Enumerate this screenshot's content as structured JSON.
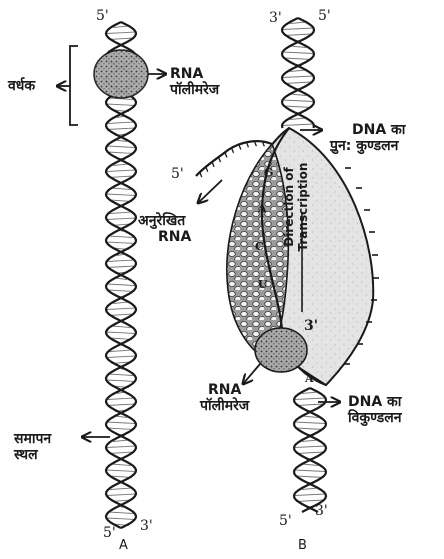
{
  "panels": {
    "A": {
      "caption": "A",
      "top_end_5": "5'",
      "bottom_end_5": "5'",
      "bottom_end_3": "3'",
      "labels": {
        "enhancer": "वर्धक",
        "rna_polymerase": [
          "RNA",
          "पॉलीमरेज"
        ],
        "termination_site": [
          "समापन",
          "स्थल"
        ]
      }
    },
    "B": {
      "caption": "B",
      "top_end_3": "3'",
      "top_end_5": "5'",
      "bottom_end_5": "5'",
      "bottom_end_3": "3'",
      "transcript_end_5": "5'",
      "bubble_end_3": "3'",
      "labels": {
        "dna_rewinding": [
          "DNA का",
          "पुन: कुण्डलन"
        ],
        "transcribed_rna": [
          "अनुरेखित",
          "RNA"
        ],
        "rna_polymerase": [
          "RNA",
          "पॉलीमरेज"
        ],
        "dna_unwinding": [
          "DNA का",
          "विकुण्डलन"
        ],
        "direction_text": [
          "Direction of",
          "Transcription"
        ],
        "bubble_bases": [
          "G",
          "A",
          "C",
          "U",
          "A"
        ]
      }
    }
  },
  "colors": {
    "ink": "#1a1a1a",
    "strand_fill": "#e8e8e8",
    "bubble_fill": "#e4e4e4",
    "polymerase_fill": "#a9a9a9"
  }
}
